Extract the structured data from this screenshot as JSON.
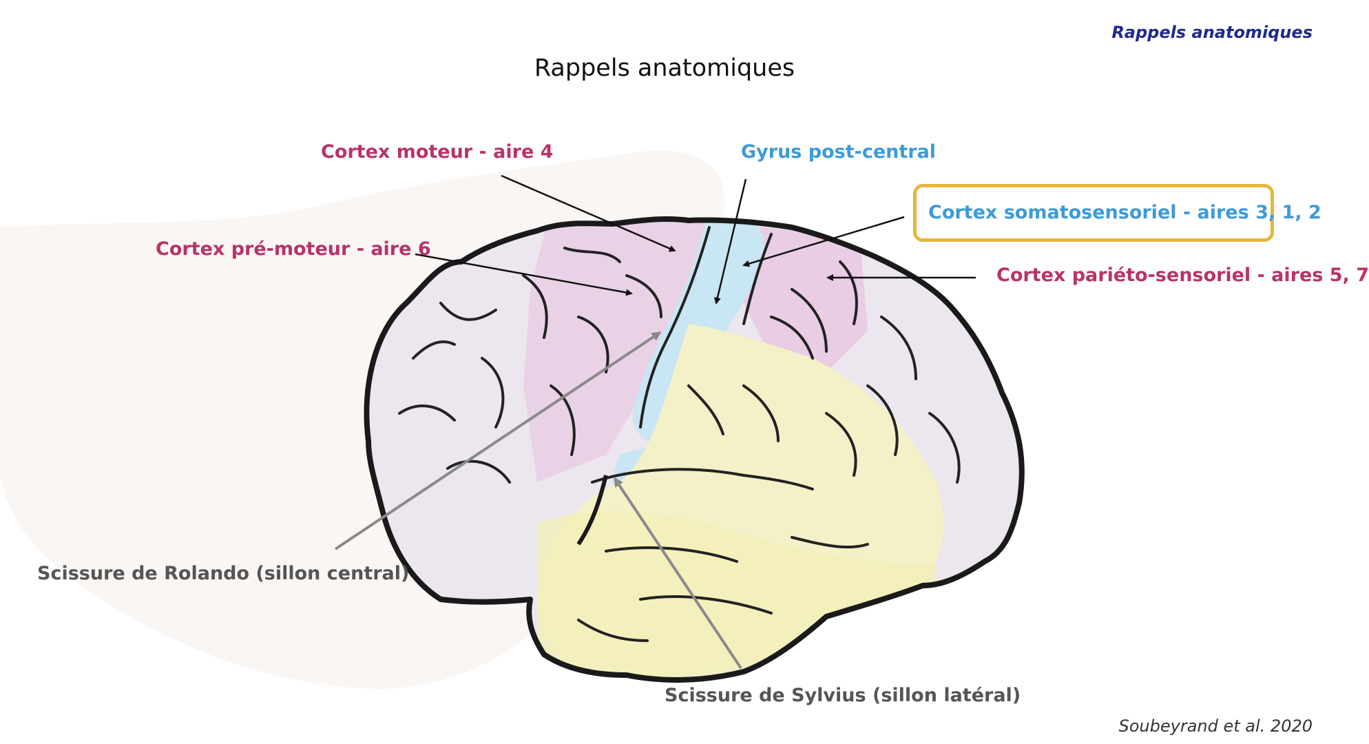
{
  "header": {
    "section": "Rappels anatomiques"
  },
  "title": "Rappels anatomiques",
  "labels": {
    "motor_cortex": "Cortex moteur - aire 4",
    "premotor_cortex": "Cortex pré-moteur - aire 6",
    "postcentral_gyrus": "Gyrus post-central",
    "somatosensory_cortex": "Cortex somatosensoriel - aires 3, 1, 2",
    "parietal_sensory_cortex": "Cortex pariéto-sensoriel - aires 5, 7",
    "rolando_fissure": "Scissure de Rolando (sillon central)",
    "sylvius_fissure": "Scissure de Sylvius (sillon latéral)"
  },
  "citation": "Soubeyrand et al. 2020",
  "colors": {
    "magenta_label": "#b8336a",
    "blue_label": "#3d9ad8",
    "gray_label": "#555555",
    "highlight_border": "#e5b73b",
    "header_tag": "#1f2a8c",
    "region_frontal": "#ece6ee",
    "region_motor": "#ead2e6",
    "region_postcentral": "#c8e6f3",
    "region_parietal": "#e8cde5",
    "region_temporal": "#f4f1c8",
    "region_temporal_lower": "#f2f0b8"
  }
}
